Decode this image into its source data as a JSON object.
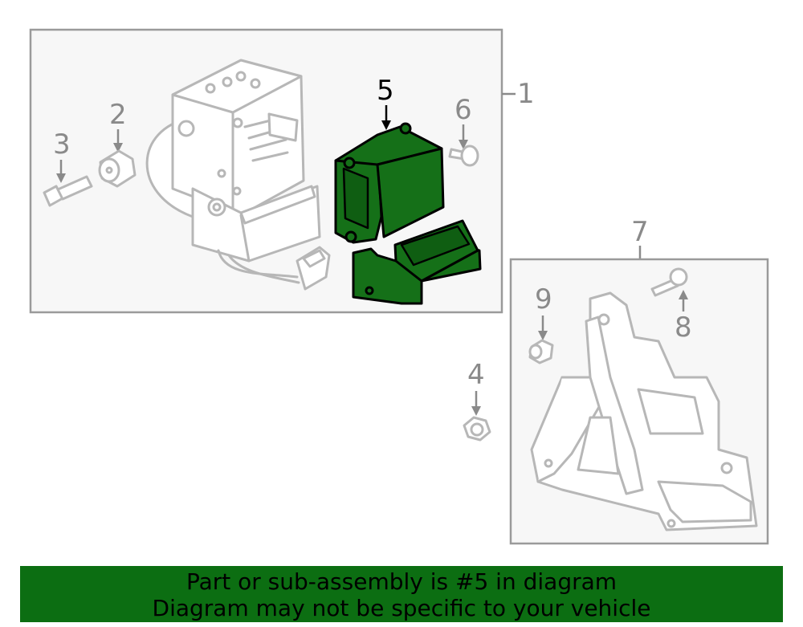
{
  "callouts": {
    "c1": "1",
    "c2": "2",
    "c3": "3",
    "c4": "4",
    "c5": "5",
    "c6": "6",
    "c7": "7",
    "c8": "8",
    "c9": "9"
  },
  "highlighted_part": "5",
  "colors": {
    "highlight": "#157018",
    "banner": "#0c6e12",
    "outline": "#b7b7b7",
    "callout": "#8a8a8a"
  },
  "footer": {
    "line1": "Part or sub-assembly is #5 in diagram",
    "line2": "Diagram may not be specific to your vehicle"
  }
}
